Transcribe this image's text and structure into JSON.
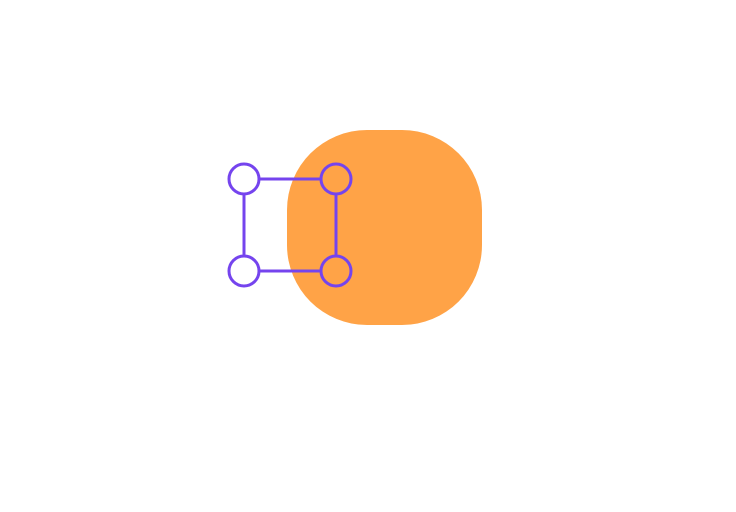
{
  "colors": {
    "background": "#ffffff",
    "shape_fill": "#ffa347",
    "selection_stroke": "#7544ee",
    "handle_fill": "#ffffff"
  },
  "shape": {
    "kind": "rounded-square",
    "icon": "squircle-shape"
  },
  "selection": {
    "kind": "bounding-box",
    "handle_count": 4,
    "handles": [
      "top-left",
      "top-right",
      "bottom-left",
      "bottom-right"
    ]
  }
}
